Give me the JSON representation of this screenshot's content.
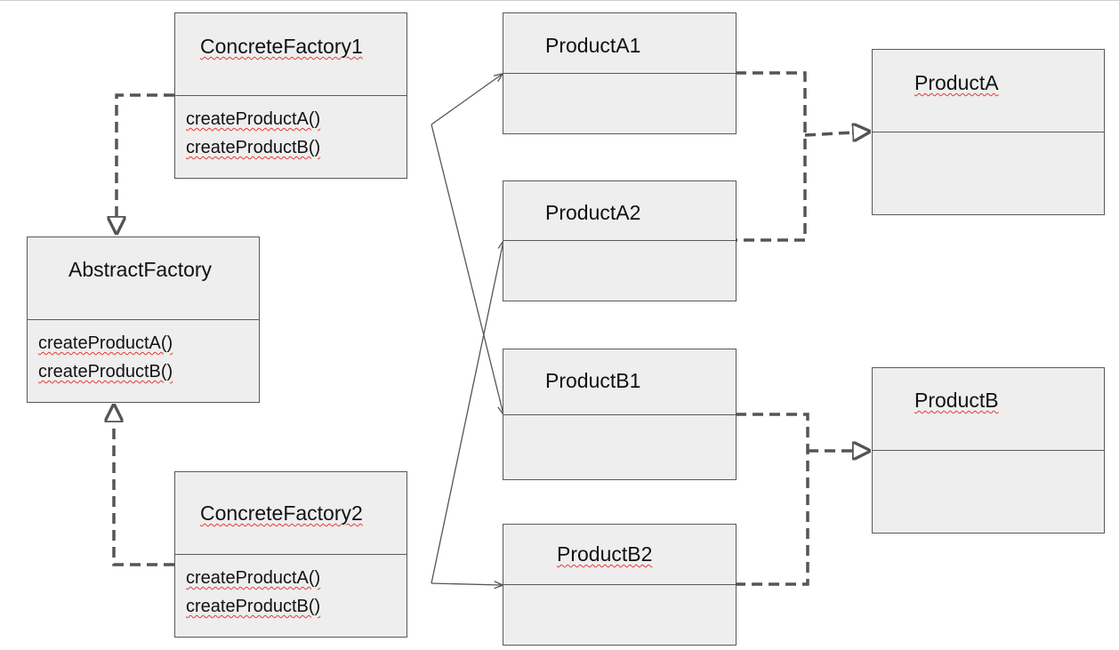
{
  "diagram": {
    "concrete_factory_1": {
      "title": "ConcreteFactory1",
      "methods": [
        "createProductA()",
        "createProductB()"
      ]
    },
    "abstract_factory": {
      "title": "AbstractFactory",
      "methods": [
        "createProductA()",
        "createProductB()"
      ]
    },
    "concrete_factory_2": {
      "title": "ConcreteFactory2",
      "methods": [
        "createProductA()",
        "createProductB()"
      ]
    },
    "product_a1": {
      "title": "ProductA1"
    },
    "product_a2": {
      "title": "ProductA2"
    },
    "product_b1": {
      "title": "ProductB1"
    },
    "product_b2": {
      "title": "ProductB2"
    },
    "product_a": {
      "title": "ProductA"
    },
    "product_b": {
      "title": "ProductB"
    }
  },
  "colors": {
    "box_fill": "#eeeeee",
    "box_border": "#595959",
    "connector": "#555555",
    "spellcheck_underline": "#e53935"
  }
}
